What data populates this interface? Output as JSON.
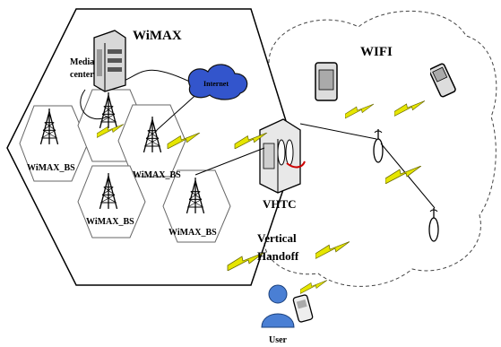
{
  "labels": {
    "wimax": "WiMAX",
    "wifi": "WIFI",
    "media_center_line1": "Media",
    "media_center_line2": "center",
    "internet": "Internet",
    "vhtc": "VHTC",
    "vertical_line1": "Vertical",
    "vertical_line2": "Handoff",
    "user": "User",
    "bs_1": "WiMAX_BS",
    "bs_2": "WiMAX_BS",
    "bs_3": "WiMAX_BS",
    "bs_4": "WiMAX_BS"
  },
  "colors": {
    "lightning": "#e6e600",
    "lightning_stroke": "#6b6b00",
    "cloud": "#3355cc",
    "user": "#4a7fd4"
  }
}
